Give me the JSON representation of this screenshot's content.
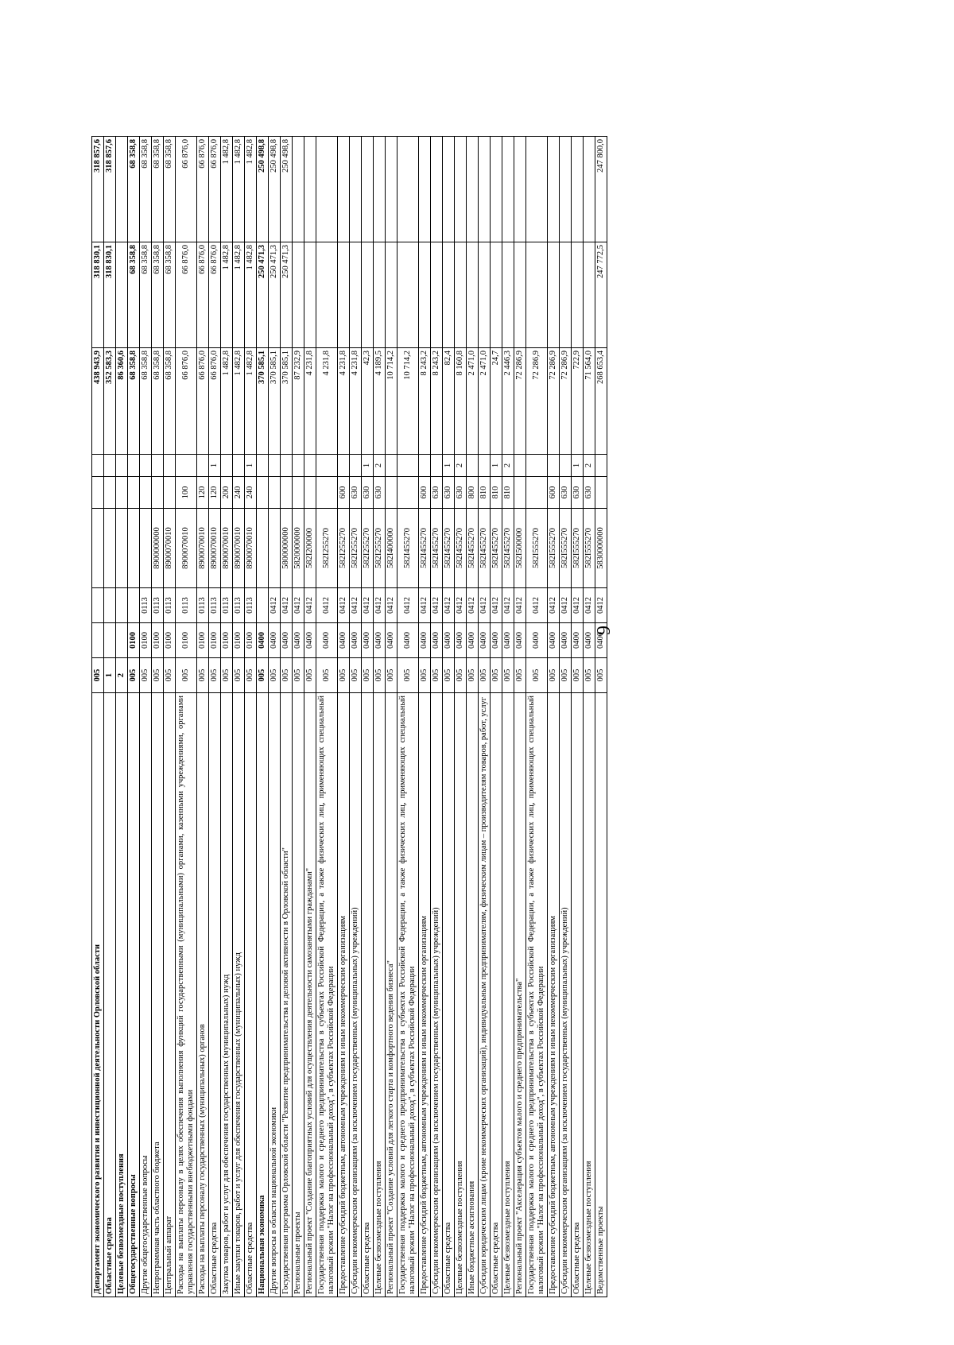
{
  "page_number": "9",
  "table": {
    "rows": [
      {
        "name": "Департамент экономического развития и инвестиционной деятельности Орловской области",
        "gr": "005",
        "rz": "",
        "pr": "",
        "cs": "",
        "vr": "",
        "mark": "",
        "v1": "438 943,9",
        "v2": "318 830,1",
        "v3": "318 857,6",
        "bold": true
      },
      {
        "name": "Областные средства",
        "gr": "1",
        "rz": "",
        "pr": "",
        "cs": "",
        "vr": "",
        "mark": "",
        "v1": "352 583,3",
        "v2": "318 830,1",
        "v3": "318 857,6",
        "bold": true
      },
      {
        "name": "Целевые безвозмездные поступления",
        "gr": "2",
        "rz": "",
        "pr": "",
        "cs": "",
        "vr": "",
        "mark": "",
        "v1": "86 360,6",
        "v2": "",
        "v3": "",
        "bold": true
      },
      {
        "name": "Общегосударственные вопросы",
        "gr": "005",
        "rz": "0100",
        "pr": "",
        "cs": "",
        "vr": "",
        "mark": "",
        "v1": "68 358,8",
        "v2": "68 358,8",
        "v3": "68 358,8",
        "bold": true
      },
      {
        "name": "Другие общегосударственные вопросы",
        "gr": "005",
        "rz": "0100",
        "pr": "0113",
        "cs": "",
        "vr": "",
        "mark": "",
        "v1": "68 358,8",
        "v2": "68 358,8",
        "v3": "68 358,8"
      },
      {
        "name": "Непрограммная часть областного бюджета",
        "gr": "005",
        "rz": "0100",
        "pr": "0113",
        "cs": "8900000000",
        "vr": "",
        "mark": "",
        "v1": "68 358,8",
        "v2": "68 358,8",
        "v3": "68 358,8"
      },
      {
        "name": "Центральный аппарат",
        "gr": "005",
        "rz": "0100",
        "pr": "0113",
        "cs": "8900070010",
        "vr": "",
        "mark": "",
        "v1": "68 358,8",
        "v2": "68 358,8",
        "v3": "68 358,8"
      },
      {
        "name": "Расходы на выплаты персоналу в целях обеспечения выполнения функций государственными (муниципальными) органами, казенными учреждениями, органами управления государственными внебюджетными фондами",
        "gr": "005",
        "rz": "0100",
        "pr": "0113",
        "cs": "8900070010",
        "vr": "100",
        "mark": "",
        "v1": "66 876,0",
        "v2": "66 876,0",
        "v3": "66 876,0"
      },
      {
        "name": "Расходы на выплаты персоналу государственных (муниципальных) органов",
        "gr": "005",
        "rz": "0100",
        "pr": "0113",
        "cs": "8900070010",
        "vr": "120",
        "mark": "",
        "v1": "66 876,0",
        "v2": "66 876,0",
        "v3": "66 876,0"
      },
      {
        "name": "Областные средства",
        "gr": "005",
        "rz": "0100",
        "pr": "0113",
        "cs": "8900070010",
        "vr": "120",
        "mark": "1",
        "v1": "66 876,0",
        "v2": "66 876,0",
        "v3": "66 876,0"
      },
      {
        "name": "Закупка товаров, работ и услуг для обеспечения государственных (муниципальных) нужд",
        "gr": "005",
        "rz": "0100",
        "pr": "0113",
        "cs": "8900070010",
        "vr": "200",
        "mark": "",
        "v1": "1 482,8",
        "v2": "1 482,8",
        "v3": "1 482,8"
      },
      {
        "name": "Иные закупки товаров, работ и услуг для обеспечения государственных (муниципальных) нужд",
        "gr": "005",
        "rz": "0100",
        "pr": "0113",
        "cs": "8900070010",
        "vr": "240",
        "mark": "",
        "v1": "1 482,8",
        "v2": "1 482,8",
        "v3": "1 482,8"
      },
      {
        "name": "Областные средства",
        "gr": "005",
        "rz": "0100",
        "pr": "0113",
        "cs": "8900070010",
        "vr": "240",
        "mark": "1",
        "v1": "1 482,8",
        "v2": "1 482,8",
        "v3": "1 482,8"
      },
      {
        "name": "Национальная экономика",
        "gr": "005",
        "rz": "0400",
        "pr": "",
        "cs": "",
        "vr": "",
        "mark": "",
        "v1": "370 585,1",
        "v2": "250 471,3",
        "v3": "250 498,8",
        "bold": true
      },
      {
        "name": "Другие вопросы в области национальной экономики",
        "gr": "005",
        "rz": "0400",
        "pr": "0412",
        "cs": "",
        "vr": "",
        "mark": "",
        "v1": "370 585,1",
        "v2": "250 471,3",
        "v3": "250 498,8"
      },
      {
        "name": "Государственная программа Орловской области \"Развитие предпринимательства и деловой активности в Орловской области\"",
        "gr": "005",
        "rz": "0400",
        "pr": "0412",
        "cs": "5800000000",
        "vr": "",
        "mark": "",
        "v1": "370 585,1",
        "v2": "250 471,3",
        "v3": "250 498,8"
      },
      {
        "name": "Региональные проекты",
        "gr": "005",
        "rz": "0400",
        "pr": "0412",
        "cs": "5820000000",
        "vr": "",
        "mark": "",
        "v1": "87 232,9",
        "v2": "",
        "v3": ""
      },
      {
        "name": "Региональный проект \"Создание благоприятных условий для осуществления деятельности самозанятыми гражданами\"",
        "gr": "005",
        "rz": "0400",
        "pr": "0412",
        "cs": "582I200000",
        "vr": "",
        "mark": "",
        "v1": "4 231,8",
        "v2": "",
        "v3": ""
      },
      {
        "name": "Государственная поддержка малого и среднего предпринимательства в субъектах Российской Федерации, а также физических лиц, применяющих специальный налоговый режим \"Налог на профессиональный доход\", в субъектах Российской Федерации",
        "gr": "005",
        "rz": "0400",
        "pr": "0412",
        "cs": "582I255270",
        "vr": "",
        "mark": "",
        "v1": "4 231,8",
        "v2": "",
        "v3": ""
      },
      {
        "name": "Предоставление субсидий бюджетным, автономным учреждениям и иным некоммерческим организациям",
        "gr": "005",
        "rz": "0400",
        "pr": "0412",
        "cs": "582I255270",
        "vr": "600",
        "mark": "",
        "v1": "4 231,8",
        "v2": "",
        "v3": ""
      },
      {
        "name": "Субсидии некоммерческим организациям (за исключением государственных (муниципальных) учреждений)",
        "gr": "005",
        "rz": "0400",
        "pr": "0412",
        "cs": "582I255270",
        "vr": "630",
        "mark": "",
        "v1": "4 231,8",
        "v2": "",
        "v3": ""
      },
      {
        "name": "Областные средства",
        "gr": "005",
        "rz": "0400",
        "pr": "0412",
        "cs": "582I255270",
        "vr": "630",
        "mark": "1",
        "v1": "42,3",
        "v2": "",
        "v3": ""
      },
      {
        "name": "Целевые безвозмездные поступления",
        "gr": "005",
        "rz": "0400",
        "pr": "0412",
        "cs": "582I255270",
        "vr": "630",
        "mark": "2",
        "v1": "4 189,5",
        "v2": "",
        "v3": ""
      },
      {
        "name": "Региональный проект \"Создание условий для легкого старта и комфортного ведения бизнеса\"",
        "gr": "005",
        "rz": "0400",
        "pr": "0412",
        "cs": "582I400000",
        "vr": "",
        "mark": "",
        "v1": "10 714,2",
        "v2": "",
        "v3": ""
      },
      {
        "name": "Государственная поддержка малого и среднего предпринимательства в субъектах Российской Федерации, а также физических лиц, применяющих специальный налоговый режим \"Налог на профессиональный доход\", в субъектах Российской Федерации",
        "gr": "005",
        "rz": "0400",
        "pr": "0412",
        "cs": "582I455270",
        "vr": "",
        "mark": "",
        "v1": "10 714,2",
        "v2": "",
        "v3": ""
      },
      {
        "name": "Предоставление субсидий бюджетным, автономным учреждениям и иным некоммерческим организациям",
        "gr": "005",
        "rz": "0400",
        "pr": "0412",
        "cs": "582I455270",
        "vr": "600",
        "mark": "",
        "v1": "8 243,2",
        "v2": "",
        "v3": ""
      },
      {
        "name": "Субсидии некоммерческим организациям (за исключением государственных (муниципальных) учреждений)",
        "gr": "005",
        "rz": "0400",
        "pr": "0412",
        "cs": "582I455270",
        "vr": "630",
        "mark": "",
        "v1": "8 243,2",
        "v2": "",
        "v3": ""
      },
      {
        "name": "Областные средства",
        "gr": "005",
        "rz": "0400",
        "pr": "0412",
        "cs": "582I455270",
        "vr": "630",
        "mark": "1",
        "v1": "82,4",
        "v2": "",
        "v3": ""
      },
      {
        "name": "Целевые безвозмездные поступления",
        "gr": "005",
        "rz": "0400",
        "pr": "0412",
        "cs": "582I455270",
        "vr": "630",
        "mark": "2",
        "v1": "8 160,8",
        "v2": "",
        "v3": ""
      },
      {
        "name": "Иные бюджетные ассигнования",
        "gr": "005",
        "rz": "0400",
        "pr": "0412",
        "cs": "582I455270",
        "vr": "800",
        "mark": "",
        "v1": "2 471,0",
        "v2": "",
        "v3": ""
      },
      {
        "name": "Субсидии юридическим лицам (кроме некоммерческих организаций), индивидуальным предпринимателям, физическим лицам – производителям товаров, работ, услуг",
        "gr": "005",
        "rz": "0400",
        "pr": "0412",
        "cs": "582I455270",
        "vr": "810",
        "mark": "",
        "v1": "2 471,0",
        "v2": "",
        "v3": ""
      },
      {
        "name": "Областные средства",
        "gr": "005",
        "rz": "0400",
        "pr": "0412",
        "cs": "582I455270",
        "vr": "810",
        "mark": "1",
        "v1": "24,7",
        "v2": "",
        "v3": ""
      },
      {
        "name": "Целевые безвозмездные поступления",
        "gr": "005",
        "rz": "0400",
        "pr": "0412",
        "cs": "582I455270",
        "vr": "810",
        "mark": "2",
        "v1": "2 446,3",
        "v2": "",
        "v3": ""
      },
      {
        "name": "Региональный проект \"Акселерация субъектов малого и среднего предпринимательства\"",
        "gr": "005",
        "rz": "0400",
        "pr": "0412",
        "cs": "582I500000",
        "vr": "",
        "mark": "",
        "v1": "72 286,9",
        "v2": "",
        "v3": ""
      },
      {
        "name": "Государственная поддержка малого и среднего предпринимательства в субъектах Российской Федерации, а также физических лиц, применяющих специальный налоговый режим \"Налог на профессиональный доход\", в субъектах Российской Федерации",
        "gr": "005",
        "rz": "0400",
        "pr": "0412",
        "cs": "582I555270",
        "vr": "",
        "mark": "",
        "v1": "72 286,9",
        "v2": "",
        "v3": ""
      },
      {
        "name": "Предоставление субсидий бюджетным, автономным учреждениям и иным некоммерческим организациям",
        "gr": "005",
        "rz": "0400",
        "pr": "0412",
        "cs": "582I555270",
        "vr": "600",
        "mark": "",
        "v1": "72 286,9",
        "v2": "",
        "v3": ""
      },
      {
        "name": "Субсидии некоммерческим организациям (за исключением государственных (муниципальных) учреждений)",
        "gr": "005",
        "rz": "0400",
        "pr": "0412",
        "cs": "582I555270",
        "vr": "630",
        "mark": "",
        "v1": "72 286,9",
        "v2": "",
        "v3": ""
      },
      {
        "name": "Областные средства",
        "gr": "005",
        "rz": "0400",
        "pr": "0412",
        "cs": "582I555270",
        "vr": "630",
        "mark": "1",
        "v1": "722,9",
        "v2": "",
        "v3": ""
      },
      {
        "name": "Целевые безвозмездные поступления",
        "gr": "005",
        "rz": "0400",
        "pr": "0412",
        "cs": "582I555270",
        "vr": "630",
        "mark": "2",
        "v1": "71 564,0",
        "v2": "",
        "v3": ""
      },
      {
        "name": "Ведомственные проекты",
        "gr": "005",
        "rz": "0400",
        "pr": "0412",
        "cs": "5830000000",
        "vr": "",
        "mark": "",
        "v1": "268 653,4",
        "v2": "247 772,5",
        "v3": "247 800,0"
      }
    ]
  }
}
